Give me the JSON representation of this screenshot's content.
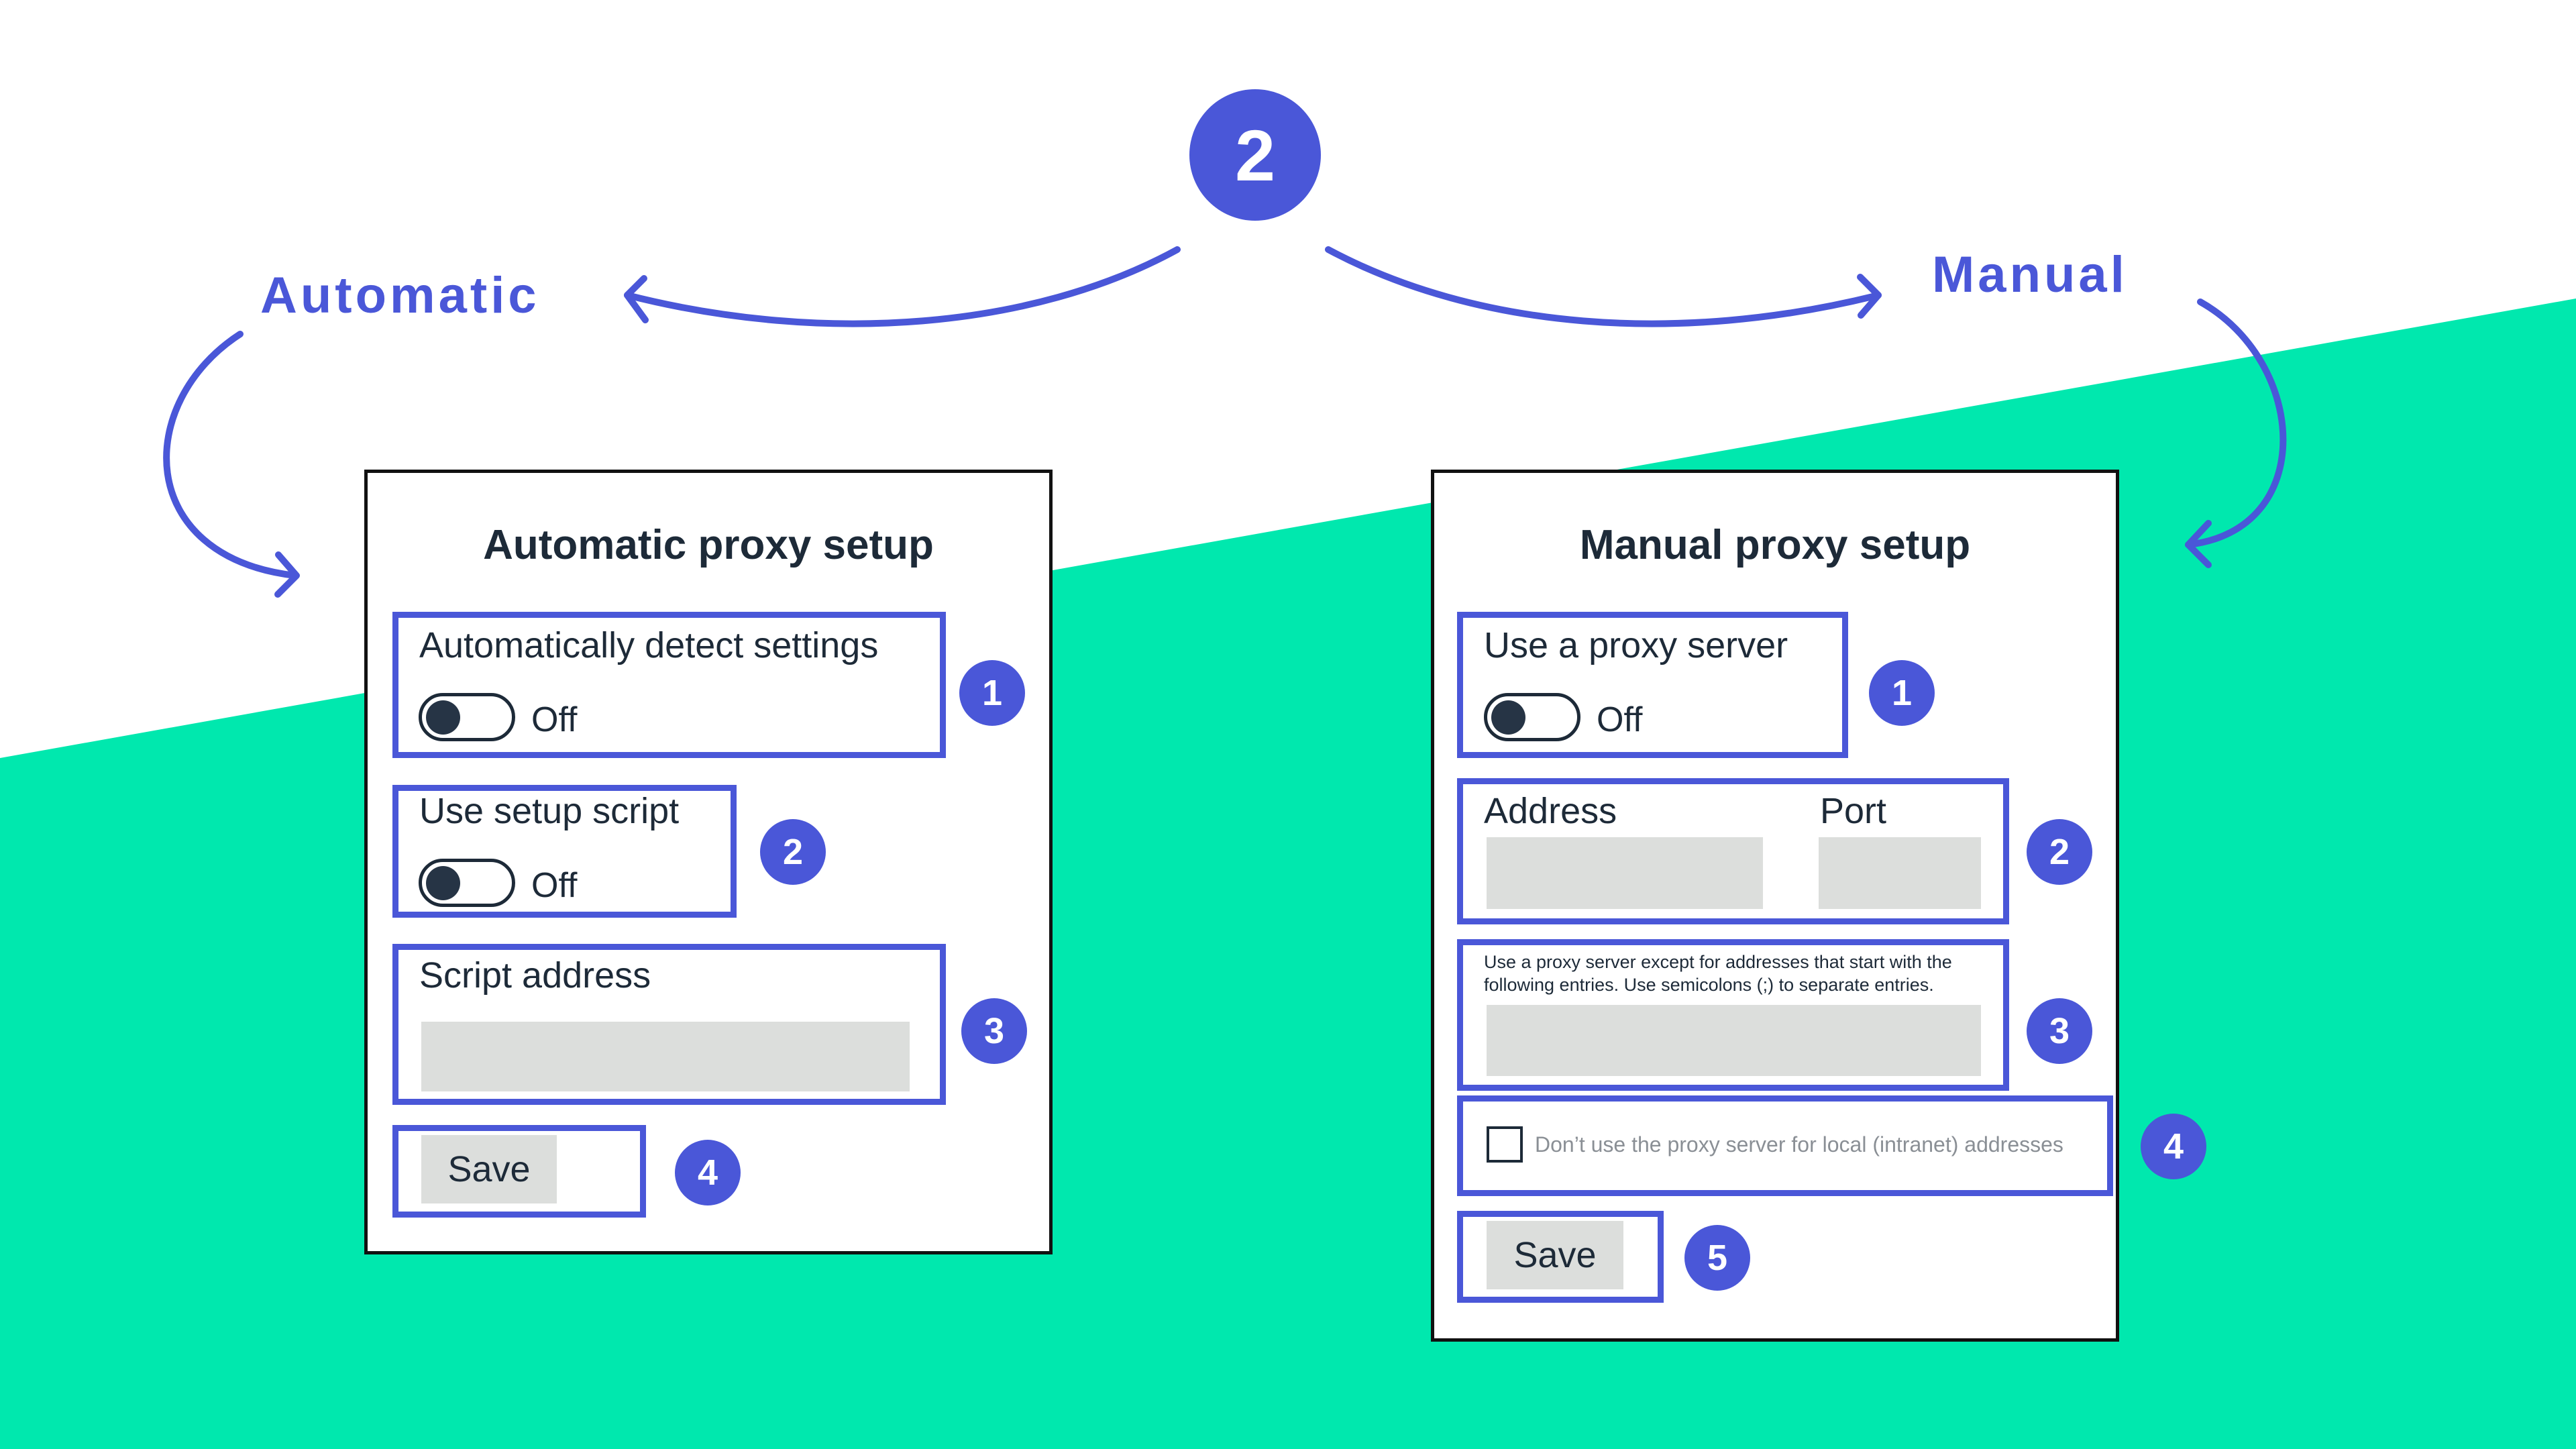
{
  "colors": {
    "accent": "#4a57d8",
    "green_band": "#00e8ae",
    "text_dark": "#1d2a38",
    "input_fill": "#dcdedc"
  },
  "step_badge": "2",
  "modes": {
    "automatic_label": "Automatic",
    "manual_label": "Manual"
  },
  "automatic": {
    "title": "Automatic proxy setup",
    "detect_label": "Automatically detect settings",
    "detect_state": "Off",
    "script_label": "Use setup script",
    "script_state": "Off",
    "script_address_label": "Script address",
    "save_label": "Save",
    "markers": [
      "1",
      "2",
      "3",
      "4"
    ]
  },
  "manual": {
    "title": "Manual proxy setup",
    "proxy_label": "Use a proxy server",
    "proxy_state": "Off",
    "address_label": "Address",
    "port_label": "Port",
    "exceptions_text": "Use a proxy server except for addresses that start with the following entries. Use semicolons (;) to separate entries.",
    "local_checkbox_label": "Don’t use the proxy server for local (intranet) addresses",
    "save_label": "Save",
    "markers": [
      "1",
      "2",
      "3",
      "4",
      "5"
    ]
  }
}
